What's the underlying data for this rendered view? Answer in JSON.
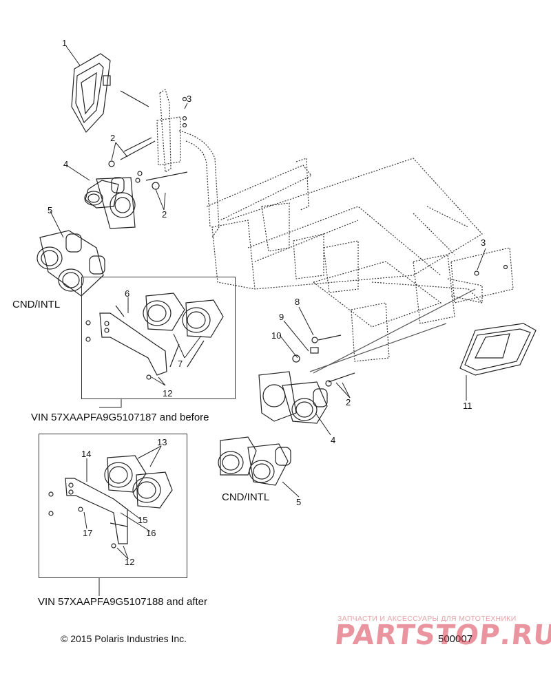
{
  "callouts": {
    "c1": "1",
    "c2a": "2",
    "c2b": "2",
    "c2c": "2",
    "c3a": "3",
    "c3b": "3",
    "c4a": "4",
    "c4b": "4",
    "c5a": "5",
    "c5b": "5",
    "c6": "6",
    "c7": "7",
    "c8": "8",
    "c9": "9",
    "c10": "10",
    "c11": "11",
    "c12a": "12",
    "c12b": "12",
    "c13": "13",
    "c14": "14",
    "c15": "15",
    "c16": "16",
    "c17": "17"
  },
  "labels": {
    "cnd_intl_left": "CND/INTL",
    "cnd_intl_right": "CND/INTL",
    "vin_before": "VIN 57XAAPFA9G5107187 and before",
    "vin_after": "VIN 57XAAPFA9G5107188 and after"
  },
  "footer": {
    "copyright": "© 2015 Polaris Industries Inc.",
    "diagram_number": "500007"
  },
  "watermark": {
    "tagline": "ЗАПЧАСТИ И АКСЕССУАРЫ ДЛЯ МОТОТЕХНИКИ",
    "logo": "PARTSТОР.RU",
    "color": "#d73c50"
  }
}
